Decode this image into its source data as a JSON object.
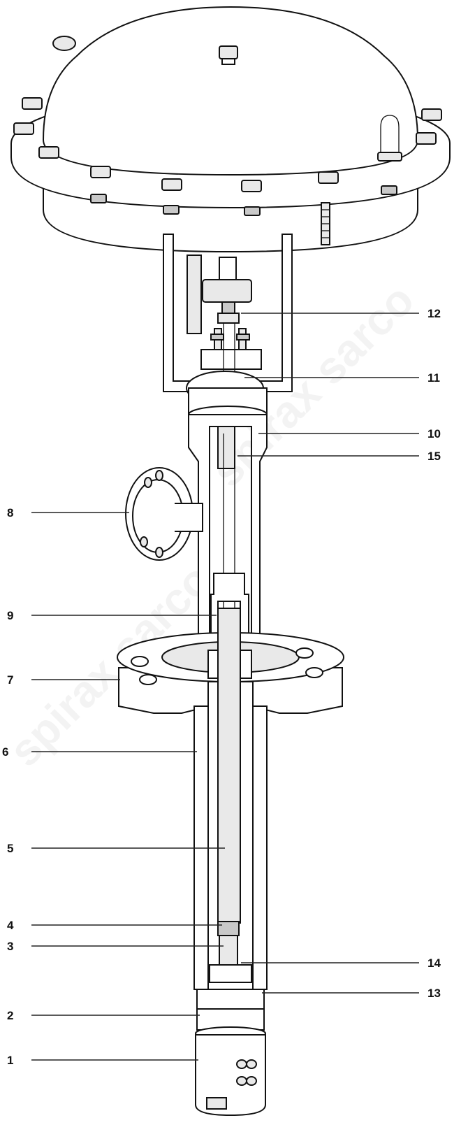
{
  "watermark": {
    "brand_text": "spirax sarco"
  },
  "callouts": {
    "left": [
      "8",
      "9",
      "7",
      "6",
      "5",
      "4",
      "3",
      "2",
      "1"
    ],
    "right": [
      "12",
      "11",
      "10",
      "15",
      "14",
      "13"
    ]
  }
}
